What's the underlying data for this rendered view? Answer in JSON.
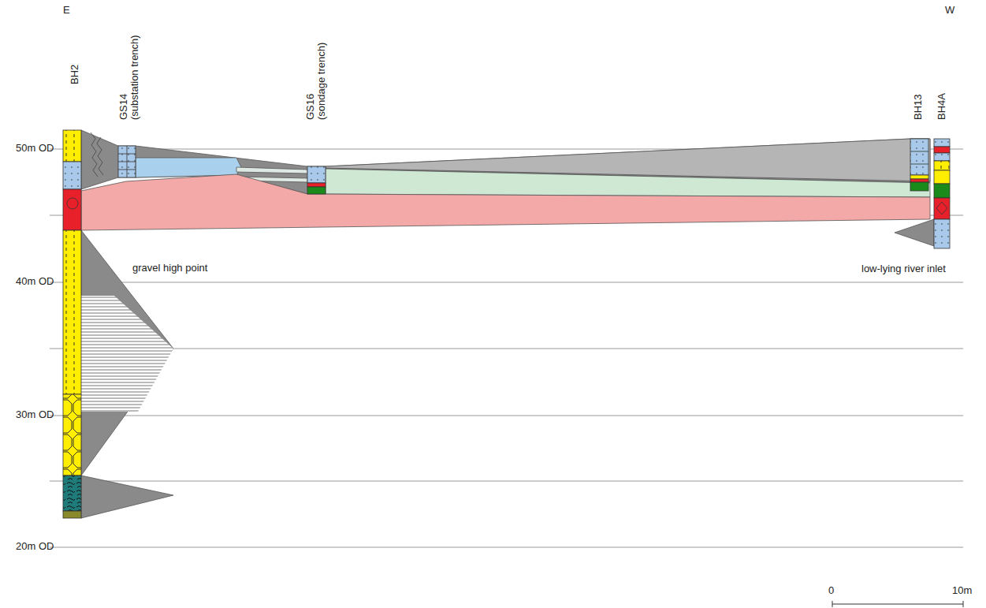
{
  "diagram": {
    "labels": [
      "E",
      "W",
      "BH2",
      "GS14",
      "(substation trench)",
      "GS16",
      "(sondage trench)",
      "BH13",
      "BH4A",
      "50m OD",
      "40m OD",
      "30m OD",
      "20m OD",
      "gravel high point",
      "low-lying river inlet",
      "0",
      "10m"
    ]
  }
}
